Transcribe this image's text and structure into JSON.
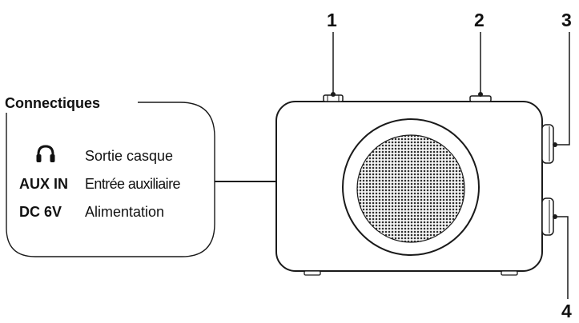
{
  "callouts": {
    "n1": "1",
    "n2": "2",
    "n3": "3",
    "n4": "4"
  },
  "panel": {
    "title": "Connectiques",
    "rows": [
      {
        "icon": "headphones-icon",
        "code": "",
        "label": "Sortie casque"
      },
      {
        "code": "AUX IN",
        "label": "Entrée auxiliaire"
      },
      {
        "code": "DC 6V",
        "label": "Alimentation"
      }
    ]
  },
  "colors": {
    "line": "#1a1a1a",
    "grille": "#3a3a3a"
  }
}
